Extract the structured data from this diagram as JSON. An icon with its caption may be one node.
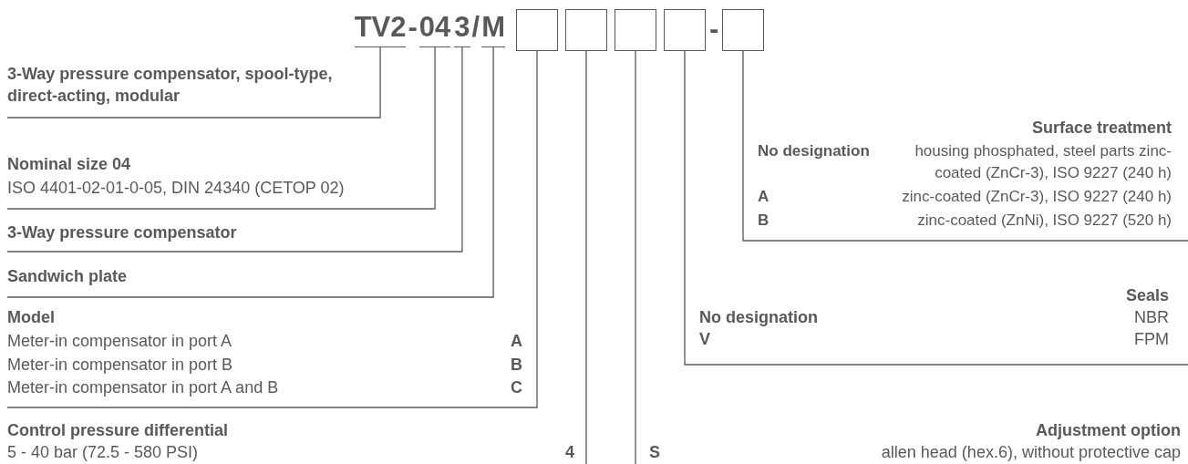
{
  "diagram": {
    "nodes": [
      {
        "text": [
          "TV2"
        ]
      },
      {
        "text": [
          "04"
        ]
      },
      {
        "text": [
          "3"
        ]
      },
      {
        "text": [
          "M"
        ]
      },
      {
        "text": [],
        "shape": "box"
      },
      {
        "text": [],
        "shape": "box"
      },
      {
        "text": [],
        "shape": "box"
      },
      {
        "text": [],
        "shape": "box"
      },
      {
        "text": [],
        "shape": "box"
      },
      {
        "text": [
          "3-Way pressure compensator, spool-type, direct-acting, modular"
        ]
      },
      {
        "text": [
          "Nominal size 04",
          "ISO 4401-02-01-0-05, DIN 24340 (CETOP 02)"
        ]
      },
      {
        "text": [
          "3-Way pressure compensator"
        ]
      },
      {
        "text": [
          "Sandwich plate"
        ]
      },
      {
        "text": [
          "Model",
          "Meter-in compensator in port A",
          "A",
          "Meter-in compensator in port B",
          "B",
          "Meter-in compensator in port A and B",
          "C"
        ]
      },
      {
        "text": [
          "Control pressure differential",
          "5 - 40 bar (72.5 - 580 PSI)",
          "4"
        ]
      },
      {
        "text": [
          "Adjustment option",
          "S",
          "allen head (hex.6), without protective cap"
        ]
      },
      {
        "text": [
          "Seals",
          "No designation",
          "NBR",
          "V",
          "FPM"
        ]
      },
      {
        "text": [
          "Surface treatment",
          "No designation",
          "housing phosphated, steel parts zinc-coated (ZnCr-3), ISO 9227 (240 h)",
          "A",
          "zinc-coated (ZnCr-3), ISO 9227 (240 h)",
          "B",
          "zinc-coated (ZnNi), ISO 9227 (520 h)"
        ]
      }
    ],
    "edges": [
      {
        "from": 0,
        "to": 9,
        "arrow": "none"
      },
      {
        "from": 1,
        "to": 10,
        "arrow": "none"
      },
      {
        "from": 2,
        "to": 11,
        "arrow": "none"
      },
      {
        "from": 3,
        "to": 12,
        "arrow": "none"
      },
      {
        "from": 4,
        "to": 13,
        "arrow": "none"
      },
      {
        "from": 5,
        "to": 14,
        "arrow": "none"
      },
      {
        "from": 6,
        "to": 15,
        "arrow": "none"
      },
      {
        "from": 7,
        "to": 16,
        "arrow": "none"
      },
      {
        "from": 8,
        "to": 17,
        "arrow": "none"
      }
    ],
    "labels": [
      "-",
      "/",
      "-"
    ]
  }
}
